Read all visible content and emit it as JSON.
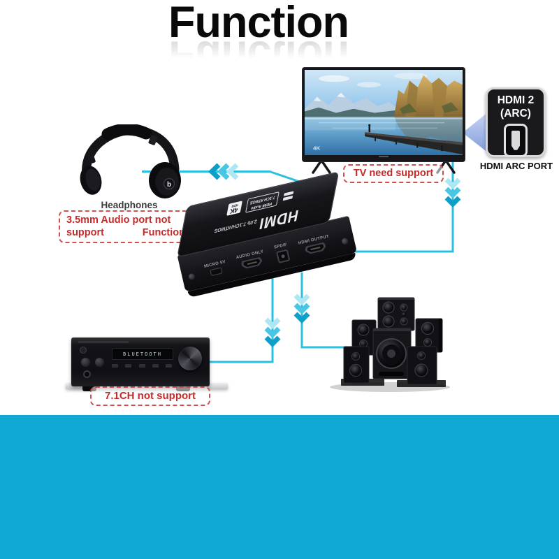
{
  "page": {
    "title": "Function"
  },
  "colors": {
    "line_cyan": "#2BBFE0",
    "chevron_dark": "#0D9FC8",
    "chevron_mid": "#49C6E4",
    "chevron_light": "#AEE7F4",
    "bottom_band": "#0FA9D3",
    "warning_red": "#C42B2B"
  },
  "headphones": {
    "label": "Headphones",
    "logo_letter": "b",
    "warning_line1": "3.5mm Audio port not",
    "warning_line2_left": "support",
    "warning_line2_right": "Function"
  },
  "tv": {
    "screen_badge": "4K",
    "note": "TV need support"
  },
  "arc_port": {
    "title_line1": "HDMI 2",
    "title_line2": "(ARC)",
    "caption": "HDMI ARC PORT"
  },
  "device": {
    "brand": "HDMI",
    "brand_spec": "2.0b 7.1CH/ATMOS",
    "badge_4k_line1": "4K",
    "badge_4k_line2": "HDR",
    "badge_audio_line1": "HDMI Audio",
    "badge_audio_line2": "7.1CH ATMOS",
    "ports": [
      {
        "label": "MICRO 5V",
        "type": "micro-usb"
      },
      {
        "label": "AUDIO ONLY",
        "type": "hdmi"
      },
      {
        "label": "SPDIF",
        "type": "optical"
      },
      {
        "label": "HDMI OUTPUT",
        "type": "hdmi"
      }
    ]
  },
  "receiver": {
    "display_text": "BLUETOOTH",
    "note": "7.1CH not support"
  }
}
